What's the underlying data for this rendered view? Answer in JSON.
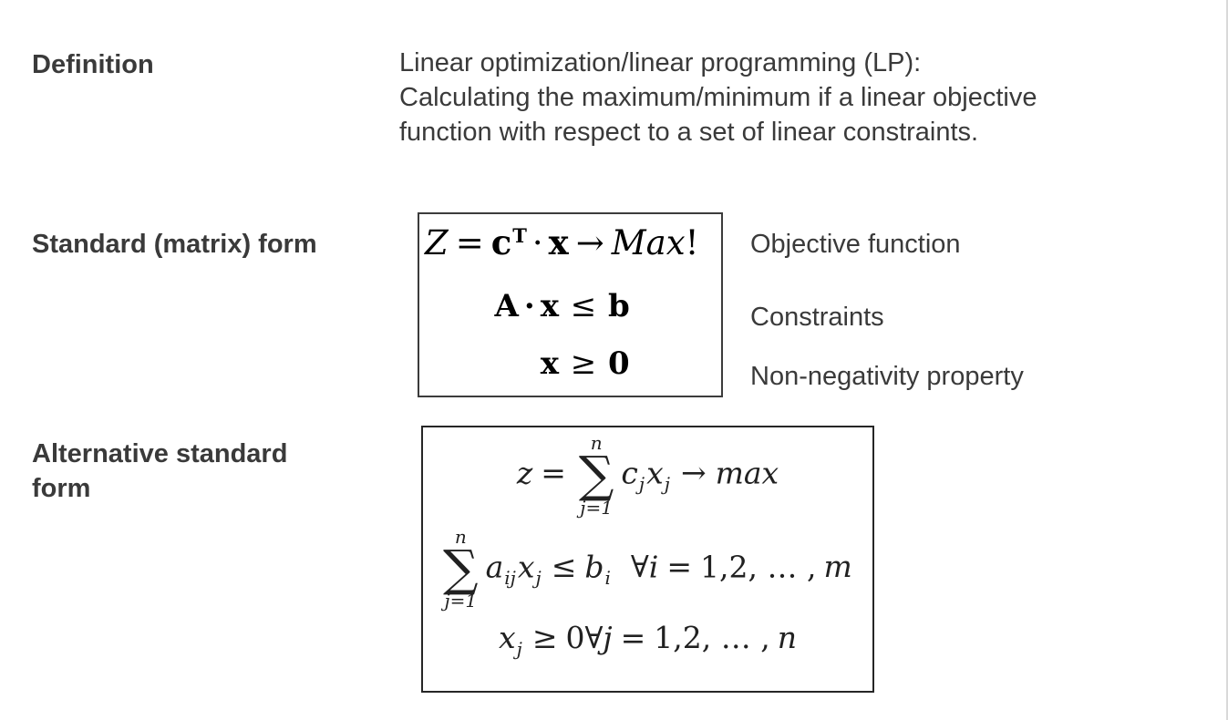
{
  "colors": {
    "background": "#ffffff",
    "body_text": "#3a3a3a",
    "math_text": "#000000",
    "box_border": "#2e2e2e"
  },
  "definition": {
    "label": "Definition",
    "lines": [
      "Linear optimization/linear programming (LP):",
      "Calculating the maximum/minimum if a linear objective",
      "function with respect to a set of linear constraints."
    ]
  },
  "standard_form": {
    "label": "Standard (matrix) form",
    "objective": {
      "Z": "Z",
      "eq": "=",
      "c": "c",
      "sup": "T",
      "dot": "·",
      "x": "x",
      "arrow": "→",
      "goal": "Max",
      "bang": "!"
    },
    "constraint": {
      "A": "A",
      "dot": "·",
      "x": "x",
      "op": "≤",
      "rhs": "b"
    },
    "nonnegativity": {
      "lhs": "x",
      "op": "≥",
      "rhs": "0"
    },
    "annotations": [
      "Objective function",
      "Constraints",
      "Non-negativity property"
    ]
  },
  "alternative_form": {
    "label_lines": [
      "Alternative standard",
      "form"
    ],
    "objective": {
      "z": "z",
      "eq": "=",
      "sum_top": "n",
      "sigma": "∑",
      "sum_bot": "j=1",
      "c": "c",
      "c_sub": "j",
      "x": "x",
      "x_sub": "j",
      "arrow": "→",
      "goal": "max"
    },
    "constraint": {
      "sum_top": "n",
      "sigma": "∑",
      "sum_bot": "j=1",
      "a": "a",
      "a_sub": "ij",
      "x": "x",
      "x_sub": "j",
      "op": "≤",
      "b": "b",
      "b_sub": "i",
      "forall": "∀",
      "i": "i",
      "eq": "=",
      "seq": "1,2, … ,",
      "m": "m"
    },
    "nonnegativity": {
      "x": "x",
      "x_sub": "j",
      "op": "≥",
      "zero": "0",
      "forall": "∀",
      "j": "j",
      "eq": "=",
      "seq": "1,2, … ,",
      "n": "n"
    }
  }
}
